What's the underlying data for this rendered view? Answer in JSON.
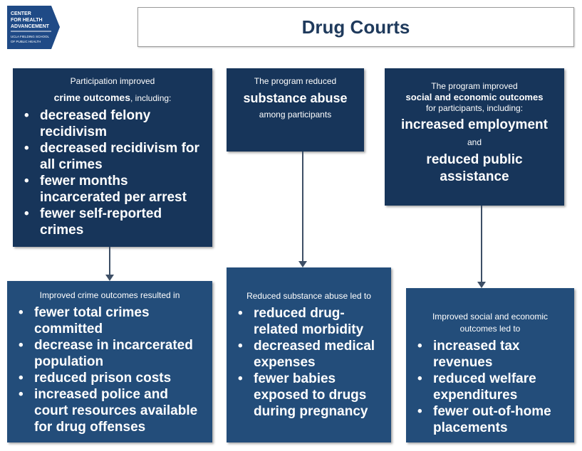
{
  "title": "Drug Courts",
  "logo": {
    "line1": "CENTER",
    "line2": "FOR HEALTH",
    "line3": "ADVANCEMENT",
    "line4": "UCLA FIELDING SCHOOL",
    "line5": "OF PUBLIC HEALTH"
  },
  "colors": {
    "top_box": "#17355a",
    "bottom_box": "#234d7a",
    "title": "#1f3a5c"
  },
  "boxes": {
    "crime": {
      "intro": "Participation improved",
      "emph": "crime outcomes",
      "suffix": ", including:",
      "items": [
        "decreased felony recidivism",
        "decreased recidivism for all crimes",
        "fewer months incarcerated per arrest",
        "fewer self-reported crimes"
      ]
    },
    "substance": {
      "intro": "The program reduced",
      "emph": "substance abuse",
      "suffix": "among participants"
    },
    "social": {
      "intro": "The program improved",
      "emph": "social and economic outcomes",
      "suffix": "for participants, including:",
      "item1": "increased employment",
      "and": "and",
      "item2": "reduced public assistance"
    },
    "crime_result": {
      "intro": "Improved crime outcomes resulted in",
      "items": [
        "fewer total crimes committed",
        "decrease in incarcerated population",
        "reduced prison costs",
        "increased police and court resources available for drug offenses"
      ]
    },
    "substance_result": {
      "intro": "Reduced substance abuse led to",
      "items": [
        "reduced drug-related morbidity",
        "decreased medical expenses",
        "fewer babies exposed to drugs during pregnancy"
      ]
    },
    "social_result": {
      "intro": "Improved social and economic outcomes led to",
      "items": [
        "increased tax revenues",
        "reduced welfare expenditures",
        "fewer out-of-home placements"
      ]
    }
  }
}
